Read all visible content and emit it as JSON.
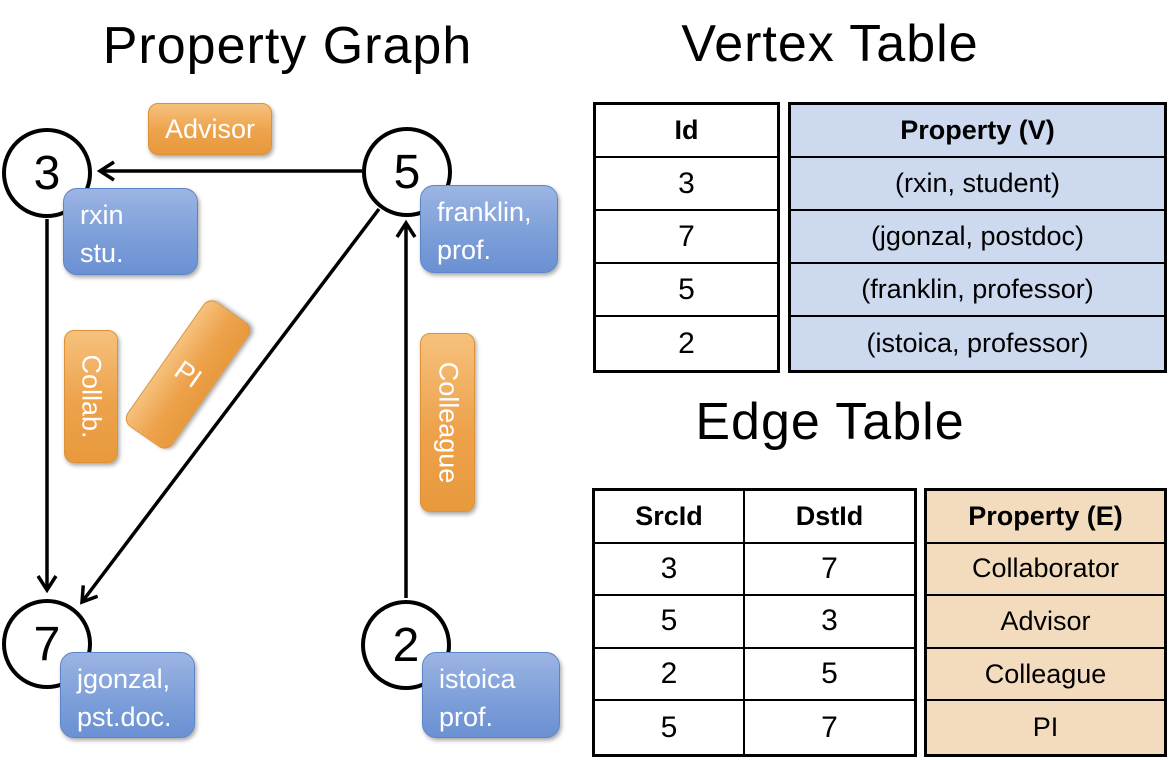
{
  "graph": {
    "title": "Property Graph",
    "vertices": [
      {
        "id": "3",
        "label_lines": [
          "rxin",
          "stu."
        ]
      },
      {
        "id": "5",
        "label_lines": [
          "franklin,",
          "prof."
        ]
      },
      {
        "id": "7",
        "label_lines": [
          "jgonzal,",
          "pst.doc."
        ]
      },
      {
        "id": "2",
        "label_lines": [
          "istoica",
          "prof."
        ]
      }
    ],
    "edge_labels": [
      {
        "label": "Advisor",
        "src": "5",
        "dst": "3"
      },
      {
        "label": "Collab.",
        "src": "3",
        "dst": "7"
      },
      {
        "label": "PI",
        "src": "5",
        "dst": "7"
      },
      {
        "label": "Colleague",
        "src": "2",
        "dst": "5"
      }
    ]
  },
  "vertex_table": {
    "title": "Vertex Table",
    "columns": {
      "id": "Id",
      "property": "Property (V)"
    },
    "rows": [
      {
        "id": "3",
        "property": "(rxin, student)"
      },
      {
        "id": "7",
        "property": "(jgonzal, postdoc)"
      },
      {
        "id": "5",
        "property": "(franklin, professor)"
      },
      {
        "id": "2",
        "property": "(istoica, professor)"
      }
    ]
  },
  "edge_table": {
    "title": "Edge Table",
    "columns": {
      "src": "SrcId",
      "dst": "DstId",
      "property": "Property (E)"
    },
    "rows": [
      {
        "src": "3",
        "dst": "7",
        "property": "Collaborator"
      },
      {
        "src": "5",
        "dst": "3",
        "property": "Advisor"
      },
      {
        "src": "2",
        "dst": "5",
        "property": "Colleague"
      },
      {
        "src": "5",
        "dst": "7",
        "property": "PI"
      }
    ]
  },
  "colors": {
    "edge_label_fill": "#eda24b",
    "vertex_label_fill": "#7d9fd9",
    "vertex_table_property_fill": "#cdd9ee",
    "edge_table_property_fill": "#f3dcbd",
    "line_color": "#000000",
    "label_text_color": "#ffffff"
  }
}
